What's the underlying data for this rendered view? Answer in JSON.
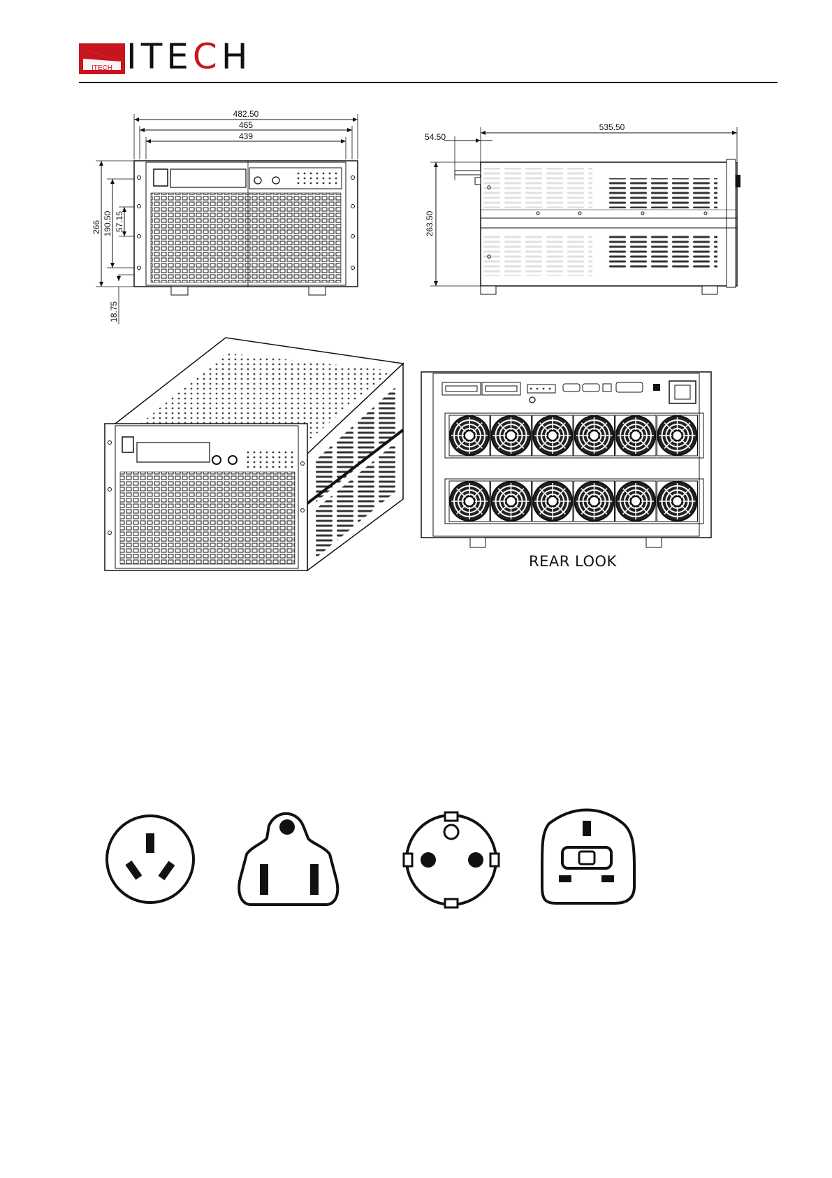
{
  "header": {
    "brand": "ITECH",
    "brand_prefix": "ITE",
    "brand_accent": "C",
    "brand_suffix": "H",
    "brand_color": "#c8141e"
  },
  "front_view": {
    "width_overall": "482.50",
    "width_mid": "465",
    "width_inner": "439",
    "height_overall": "266",
    "height_panel": "190.50",
    "height_slot": "57.15",
    "foot_height": "18.75"
  },
  "side_view": {
    "depth": "535.50",
    "handle_depth": "54.50",
    "height": "263.50"
  },
  "rear_view": {
    "caption": "REAR LOOK"
  },
  "plugs": [
    {
      "name": "china-plug-icon"
    },
    {
      "name": "us-plug-icon"
    },
    {
      "name": "europe-plug-icon"
    },
    {
      "name": "uk-plug-icon"
    }
  ]
}
